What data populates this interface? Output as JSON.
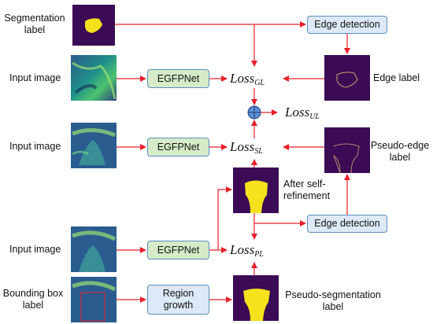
{
  "labels": {
    "segmentation_label": [
      "Segmentation",
      "label"
    ],
    "input_image_1": "Input image",
    "input_image_2": "Input image",
    "input_image_3": "Input image",
    "bounding_box_label": [
      "Bounding box",
      "label"
    ],
    "edge_label": "Edge label",
    "pseudo_edge_label": [
      "Pseudo-edge",
      "label"
    ],
    "after_self_refinement": [
      "After self-",
      "refinement"
    ],
    "pseudo_segmentation_label": [
      "Pseudo-segmentation",
      "label"
    ]
  },
  "boxes": {
    "egfpnet_1": "EGFPNet",
    "egfpnet_2": "EGFPNet",
    "egfpnet_3": "EGFPNet",
    "edge_detection_1": "Edge detection",
    "edge_detection_2": "Edge detection",
    "region_growth": [
      "Region",
      "growth"
    ]
  },
  "losses": {
    "gl": {
      "base": "Loss",
      "sub": "GL"
    },
    "ul": {
      "base": "Loss",
      "sub": "UL"
    },
    "sl": {
      "base": "Loss",
      "sub": "SL"
    },
    "pl": {
      "base": "Loss",
      "sub": "PL"
    }
  },
  "colors": {
    "arrow": "#e8202a",
    "egfpnet_fill": "#d6ebc8",
    "detection_fill": "#dde9f6",
    "box_border": "#5b8fbf",
    "mask_bg": "#3b0b56",
    "mask_fg": "#f5e21c",
    "sum_fill": "#5b8fd6"
  }
}
